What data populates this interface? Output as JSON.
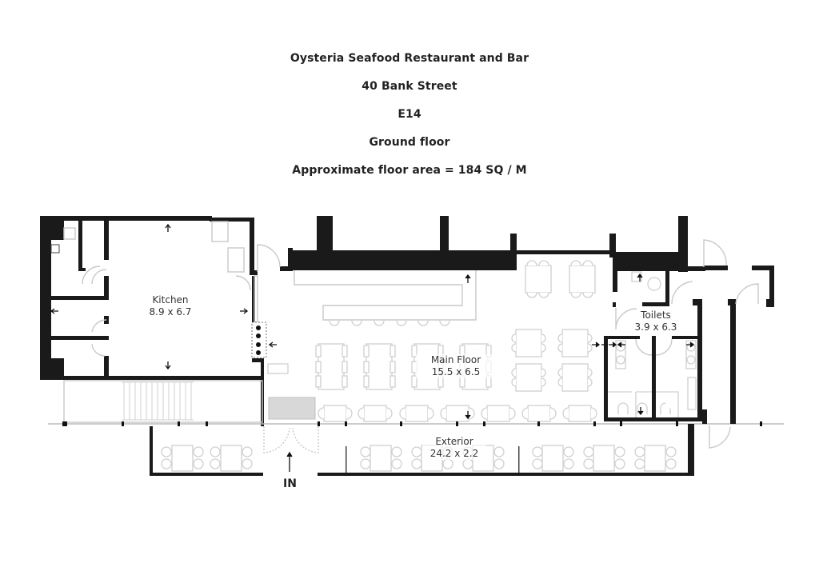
{
  "header": {
    "title": "Oysteria Seafood Restaurant and Bar",
    "address": "40 Bank Street",
    "postcode": "E14",
    "floor": "Ground floor",
    "area": "Approximate floor area = 184 SQ / M"
  },
  "rooms": [
    {
      "name": "Kitchen",
      "dimensions": "8.9 x 6.7"
    },
    {
      "name": "Main Floor",
      "dimensions": "15.5 x 6.5"
    },
    {
      "name": "Toilets",
      "dimensions": "3.9 x 6.3"
    },
    {
      "name": "Exterior",
      "dimensions": "24.2 x 2.2"
    }
  ],
  "entrance": {
    "label": "IN"
  },
  "colors": {
    "wall": "#1a1a1a",
    "fixture_line": "#c9c9c9",
    "background": "#ffffff"
  }
}
